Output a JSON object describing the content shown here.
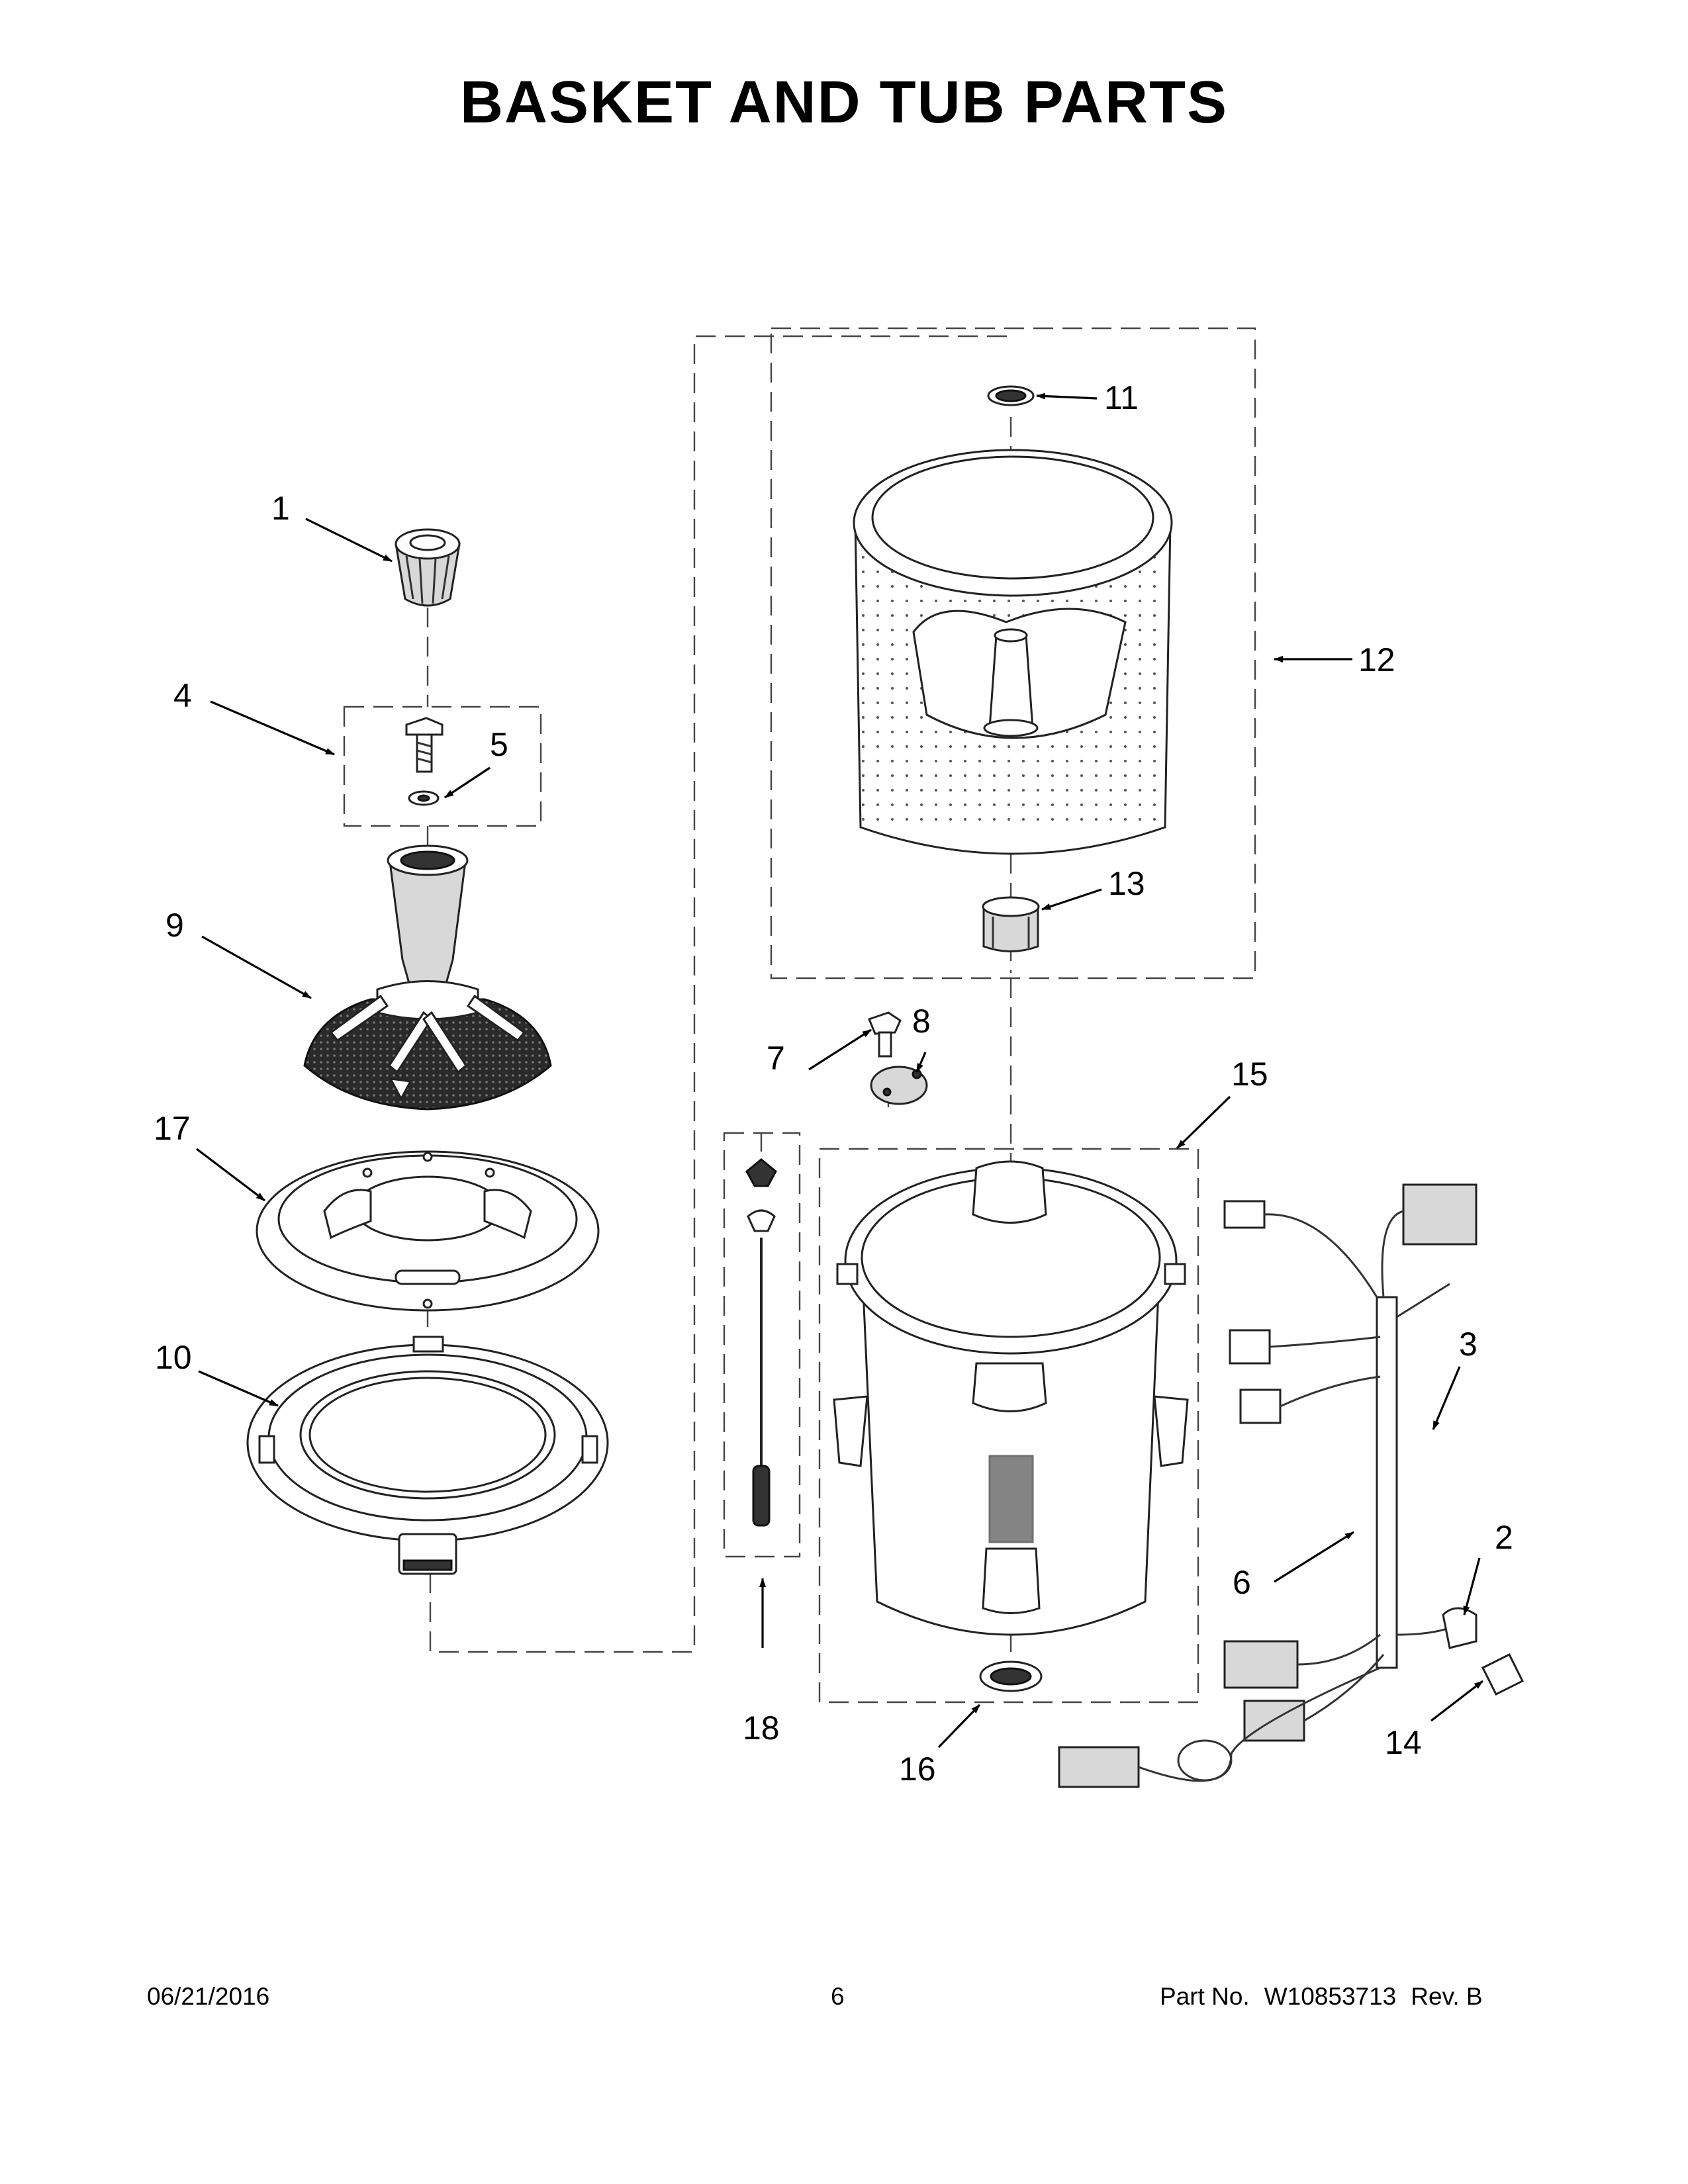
{
  "title": "BASKET AND TUB PARTS",
  "footer": {
    "date": "06/21/2016",
    "page": "6",
    "part_prefix": "Part No.",
    "part_number": "W10853713",
    "revision": "Rev. B"
  },
  "callouts": {
    "c1": "1",
    "c2": "2",
    "c3": "3",
    "c4": "4",
    "c5": "5",
    "c6": "6",
    "c7": "7",
    "c8": "8",
    "c9": "9",
    "c10": "10",
    "c11": "11",
    "c12": "12",
    "c13": "13",
    "c14": "14",
    "c15": "15",
    "c16": "16",
    "c17": "17",
    "c18": "18"
  }
}
